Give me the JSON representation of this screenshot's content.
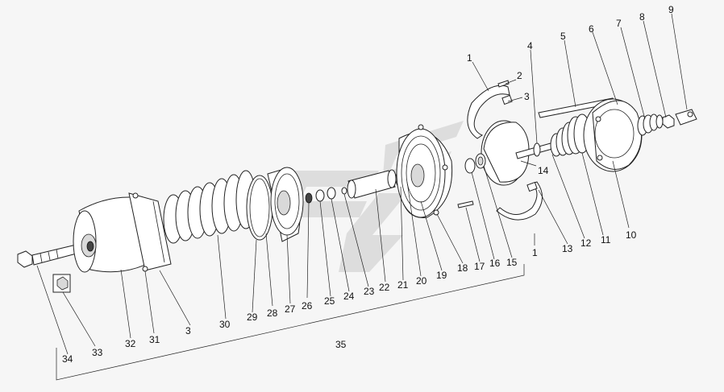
{
  "diagram": {
    "labels": [
      "1",
      "2",
      "3",
      "4",
      "5",
      "6",
      "7",
      "8",
      "9",
      "10",
      "11",
      "12",
      "13",
      "14",
      "15",
      "16",
      "17",
      "18",
      "19",
      "20",
      "21",
      "22",
      "23",
      "24",
      "25",
      "26",
      "27",
      "28",
      "29",
      "30",
      "31",
      "32",
      "33",
      "34",
      "35",
      "1",
      "3"
    ]
  }
}
